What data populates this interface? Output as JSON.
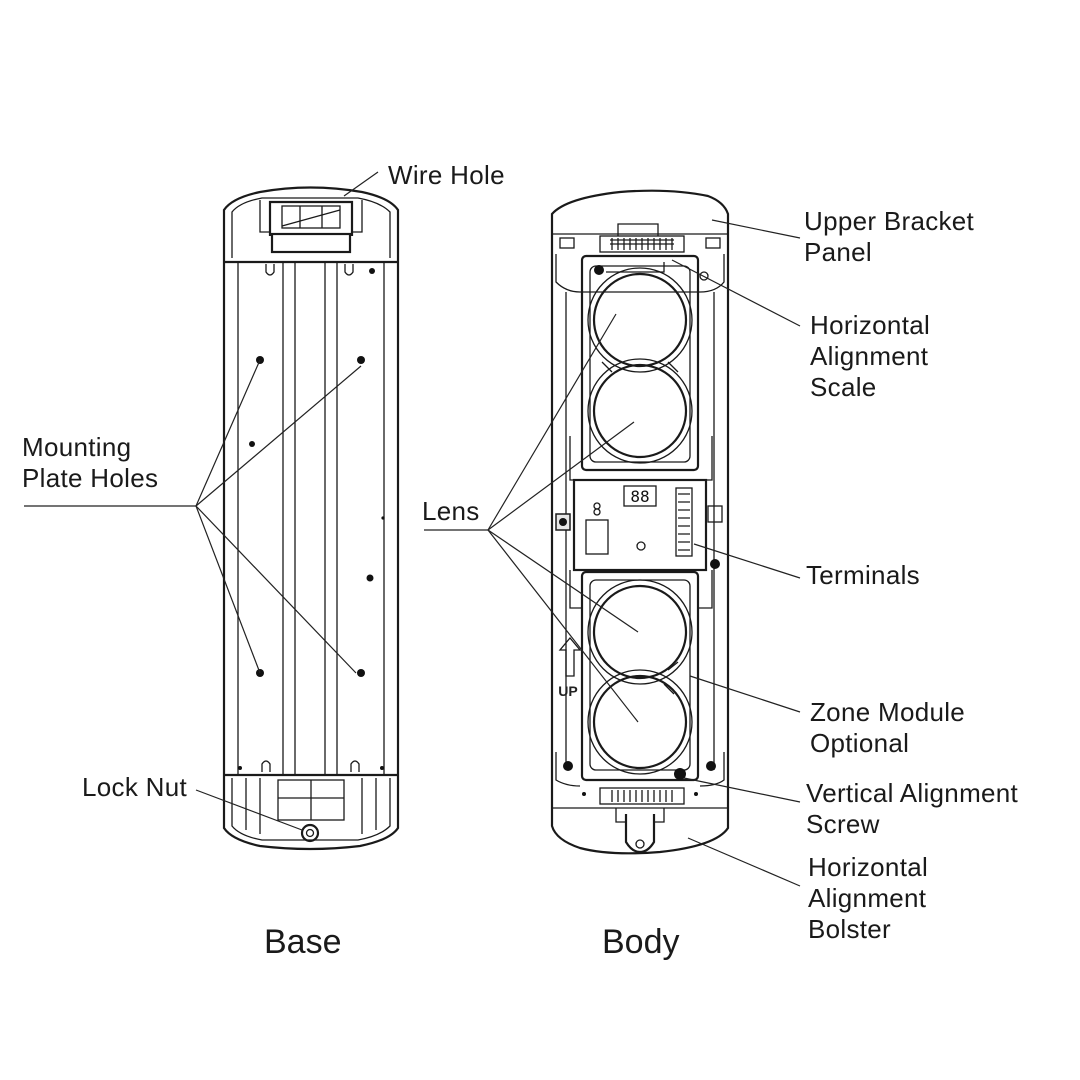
{
  "labels": {
    "wire_hole": "Wire Hole",
    "mounting_plate_holes": [
      "Mounting",
      "Plate Holes"
    ],
    "lock_nut": "Lock Nut",
    "lens": "Lens",
    "upper_bracket_panel": [
      "Upper Bracket",
      "Panel"
    ],
    "horizontal_alignment_scale": [
      "Horizontal",
      "Alignment",
      "Scale"
    ],
    "terminals": "Terminals",
    "zone_module_optional": [
      "Zone Module",
      "Optional"
    ],
    "vertical_alignment_screw": [
      "Vertical Alignment",
      "Screw"
    ],
    "horizontal_alignment_bolster": [
      "Horizontal",
      "Alignment",
      "Bolster"
    ],
    "up_marker": "UP",
    "display_digits": "88"
  },
  "captions": {
    "base": "Base",
    "body": "Body"
  },
  "colors": {
    "line": "#1a1a1a",
    "fill": "#ffffff",
    "shade": "#e6e6e6"
  }
}
